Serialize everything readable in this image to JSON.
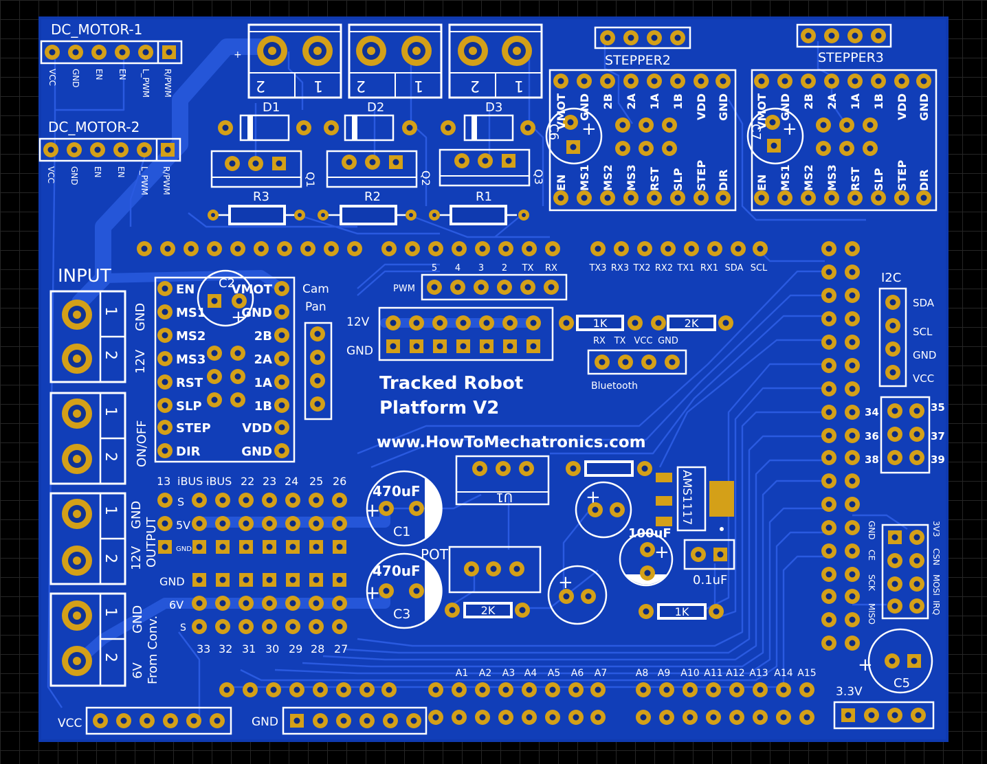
{
  "colors": {
    "board": "#0f3ab0",
    "copper_pour": "#1345c4",
    "trace": "#2a5ae0",
    "pad": "#d4a018",
    "silkscreen": "#ffffff",
    "background": "#000000"
  },
  "motor_headers": {
    "motor1_title": "DC_MOTOR-1",
    "motor2_title": "DC_MOTOR-2",
    "pins": [
      "VCC",
      "GND",
      "EN",
      "EN",
      "L_PWM",
      "R/PWM"
    ]
  },
  "terminals": {
    "plus": "+",
    "pin2": "2",
    "pin1": "1"
  },
  "diodes": [
    "D1",
    "D2",
    "D3"
  ],
  "transistors": [
    "Q1",
    "Q2",
    "Q3"
  ],
  "resistors_top": [
    "R3",
    "R2",
    "R1"
  ],
  "stepper2": {
    "title": "STEPPER2",
    "cap": "C6",
    "top_pins": [
      "VMOT",
      "GND",
      "2B",
      "2A",
      "1A",
      "1B",
      "VDD",
      "GND"
    ],
    "bottom_pins": [
      "EN",
      "MS1",
      "MS2",
      "MS3",
      "RST",
      "SLP",
      "STEP",
      "DIR"
    ]
  },
  "stepper3": {
    "title": "STEPPER3",
    "cap": "C7"
  },
  "input": {
    "title": "INPUT",
    "gnd": "GND",
    "v12": "12V",
    "onoff": "ON/OFF",
    "output": "OUTPUT",
    "v6": "6V",
    "from_conv": "From Conv."
  },
  "driver": {
    "cap": "C2",
    "left_pins": [
      "EN",
      "MS1",
      "MS2",
      "MS3",
      "RST",
      "SLP",
      "STEP",
      "DIR"
    ],
    "right_pins": [
      "VMOT",
      "GND",
      "2B",
      "2A",
      "1A",
      "1B",
      "VDD",
      "GND"
    ]
  },
  "cam_pan": {
    "line1": "Cam",
    "line2": "Pan"
  },
  "pwm": {
    "label": "PWM",
    "pins": [
      "5",
      "4",
      "3",
      "2",
      "TX",
      "RX"
    ]
  },
  "serial_pins": [
    "TX3",
    "RX3",
    "TX2",
    "RX2",
    "TX1",
    "RX1",
    "SDA",
    "SCL"
  ],
  "power_header": {
    "v12": "12V",
    "gnd": "GND"
  },
  "bt": {
    "r1": "1K",
    "r2": "2K",
    "pins": [
      "RX",
      "TX",
      "VCC",
      "GND"
    ],
    "label": "Bluetooth"
  },
  "title": {
    "line1": "Tracked Robot",
    "line2": "Platform V2",
    "url": "www.HowToMechatronics.com"
  },
  "i2c": {
    "title": "I2C",
    "pins": [
      "SDA",
      "SCL",
      "GND",
      "VCC"
    ]
  },
  "mega_pins": {
    "left": [
      "34",
      "36",
      "38"
    ],
    "right": [
      "35",
      "37",
      "39"
    ]
  },
  "servo_top": {
    "cols": [
      "13",
      "iBUS",
      "iBUS",
      "22",
      "23",
      "24",
      "25",
      "26"
    ],
    "rows": [
      "S",
      "5V",
      "GND"
    ]
  },
  "servo_bottom": {
    "rows": [
      "GND",
      "6V",
      "S"
    ],
    "cols": [
      "33",
      "32",
      "31",
      "30",
      "29",
      "28",
      "27"
    ]
  },
  "caps": {
    "c1_value": "470uF",
    "c1": "C1",
    "c3_value": "470uF",
    "c3": "C3",
    "c100": "100uF",
    "c01": "0.1uF",
    "c5": "C5",
    "plus": "+"
  },
  "reg": {
    "name": "AMS1117",
    "u1": "U1"
  },
  "pot": {
    "label": "POT",
    "r2k": "2K",
    "r1k": "1K"
  },
  "nrf": {
    "left": [
      "GND",
      "CE",
      "SCK",
      "MISO"
    ],
    "right": [
      "3V3",
      "CSN",
      "MOSI",
      "IRQ"
    ]
  },
  "analog": [
    "A1",
    "A2",
    "A3",
    "A4",
    "A5",
    "A6",
    "A7",
    "A8",
    "A9",
    "A10",
    "A11",
    "A12",
    "A13",
    "A14",
    "A15"
  ],
  "bottom": {
    "vcc": "VCC",
    "gnd": "GND",
    "v33": "3.3V"
  }
}
